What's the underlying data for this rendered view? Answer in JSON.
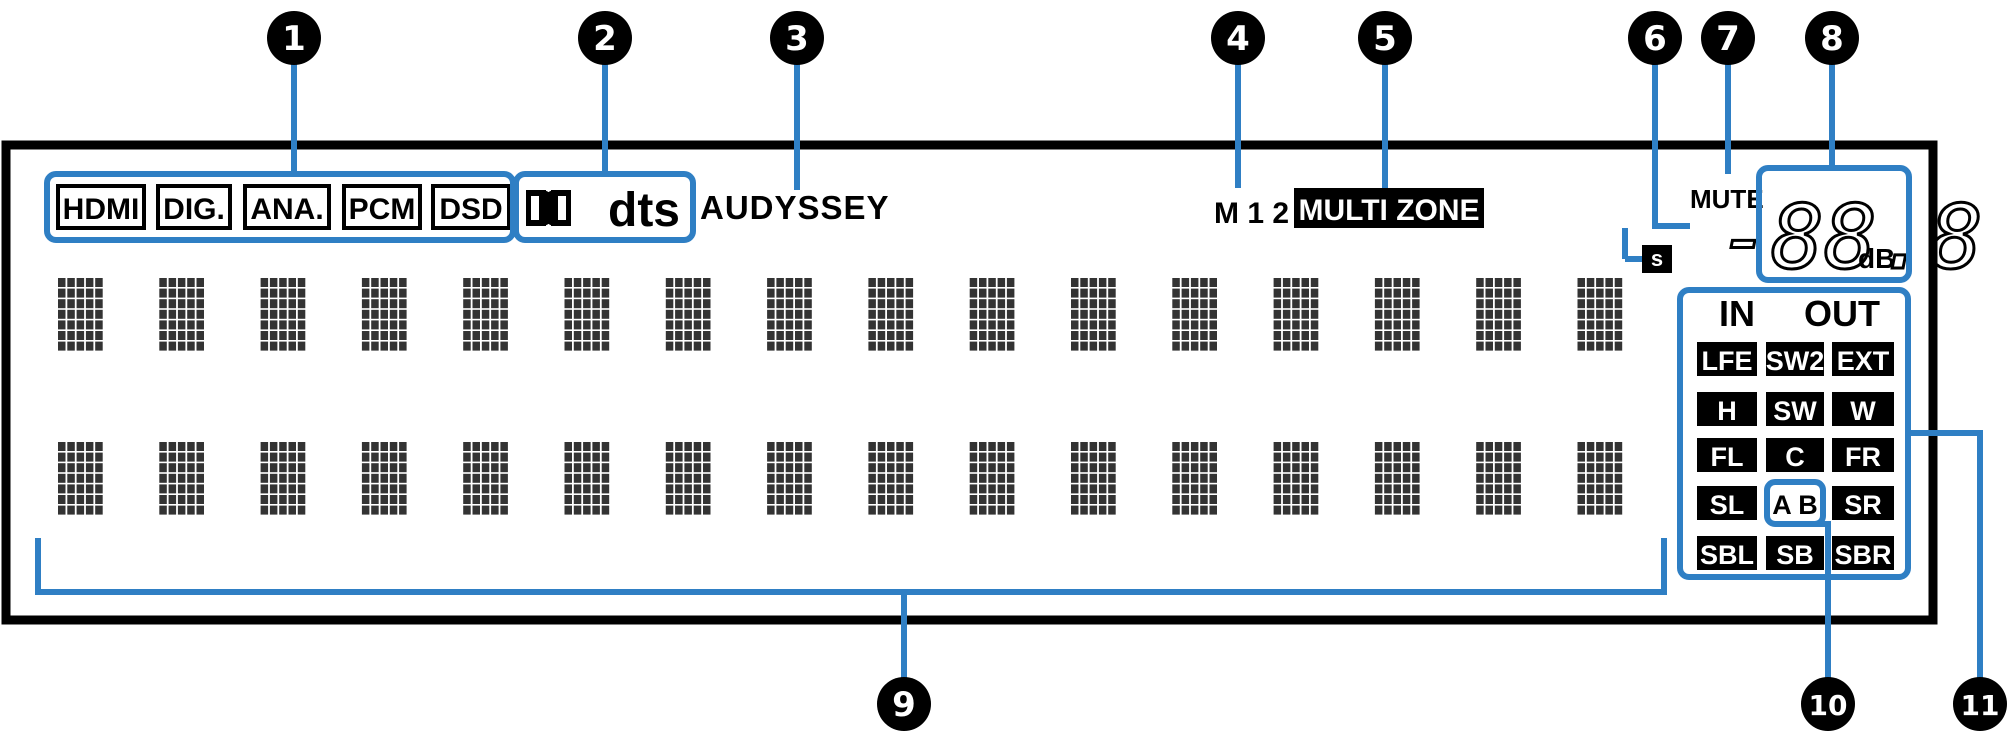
{
  "callouts": [
    "1",
    "2",
    "3",
    "4",
    "5",
    "6",
    "7",
    "8",
    "9",
    "10",
    "11"
  ],
  "input_indicators": [
    "HDMI",
    "DIG.",
    "ANA.",
    "PCM",
    "DSD"
  ],
  "decoder_indicator": "dts",
  "audyssey_indicator": "AUDYSSEY",
  "memory_indicator": "M 1 2",
  "multizone_indicator": "MULTI ZONE",
  "sleep_indicator": "s",
  "mute_indicator": "MUTE",
  "volume": {
    "readout": "-88.8",
    "unit": "dB"
  },
  "channels": {
    "in_label": "IN",
    "out_label": "OUT",
    "row1": [
      "LFE",
      "SW2",
      "EXT"
    ],
    "row2": [
      "H",
      "SW",
      "W"
    ],
    "row3": [
      "FL",
      "C",
      "FR"
    ],
    "row4_left": "SL",
    "row4_mid": "A B",
    "row4_right": "SR",
    "row5": [
      "SBL",
      "SB",
      "SBR"
    ]
  },
  "colors": {
    "callout_line": "#2f7fc4",
    "panel": "#000000",
    "cell": "#333333"
  }
}
